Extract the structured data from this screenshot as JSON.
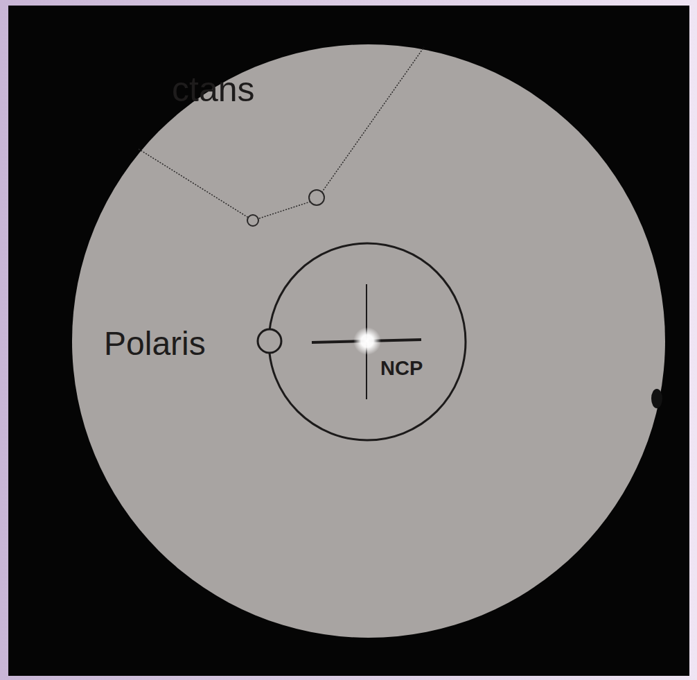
{
  "diagram": {
    "labels": [
      "ctans",
      "Polaris",
      "NCP"
    ]
  }
}
